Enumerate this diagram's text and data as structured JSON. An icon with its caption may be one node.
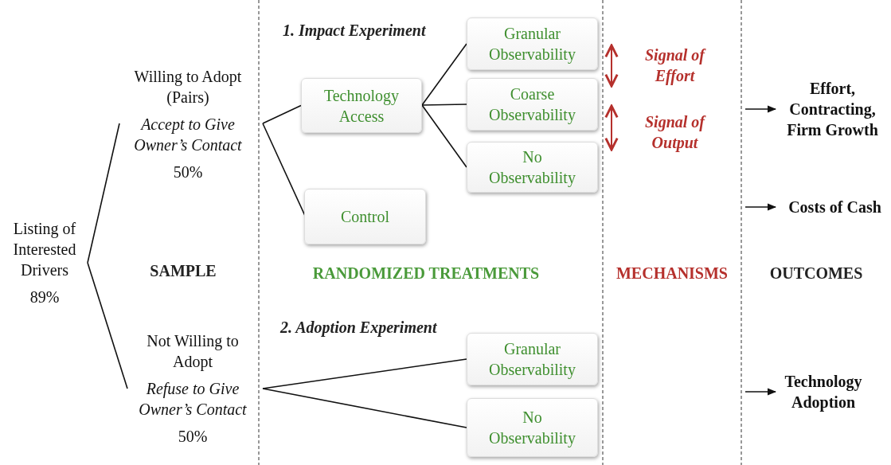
{
  "diagram": {
    "nodes": [
      {
        "text": [
          "Listing of Interested Drivers",
          "89%"
        ]
      },
      {
        "text": [
          "Willing to Adopt (Pairs)",
          "Accept to Give Owner’s Contact",
          "50%"
        ]
      },
      {
        "text": [
          "Not Willing to Adopt",
          "Refuse to Give Owner’s Contact",
          "50%"
        ]
      },
      {
        "text": [
          "Technology Access"
        ]
      },
      {
        "text": [
          "Control"
        ]
      },
      {
        "text": [
          "Granular Observability"
        ]
      },
      {
        "text": [
          "Coarse Observability"
        ]
      },
      {
        "text": [
          "No Observability"
        ]
      },
      {
        "text": [
          "Granular Observability"
        ]
      },
      {
        "text": [
          "No Observability"
        ]
      },
      {
        "text": [
          "Effort, Contracting, Firm Growth"
        ]
      },
      {
        "text": [
          "Costs of Cash"
        ]
      },
      {
        "text": [
          "Technology Adoption"
        ]
      }
    ],
    "edges": [
      {
        "from": 0,
        "to": 1,
        "arrow": "none"
      },
      {
        "from": 0,
        "to": 2,
        "arrow": "none"
      },
      {
        "from": 1,
        "to": 3,
        "arrow": "none"
      },
      {
        "from": 1,
        "to": 4,
        "arrow": "none"
      },
      {
        "from": 3,
        "to": 5,
        "arrow": "none"
      },
      {
        "from": 3,
        "to": 6,
        "arrow": "none"
      },
      {
        "from": 3,
        "to": 7,
        "arrow": "none"
      },
      {
        "from": 2,
        "to": 8,
        "arrow": "none"
      },
      {
        "from": 2,
        "to": 9,
        "arrow": "none"
      },
      {
        "from": null,
        "to": 10,
        "arrow": "to"
      },
      {
        "from": null,
        "to": 11,
        "arrow": "to"
      },
      {
        "from": null,
        "to": 12,
        "arrow": "to"
      },
      {
        "from": 5,
        "to": 6,
        "arrow": "both",
        "color": "#b5302c"
      },
      {
        "from": 6,
        "to": 7,
        "arrow": "both",
        "color": "#b5302c"
      }
    ],
    "labels": [
      "1. Impact Experiment",
      "Signal of Effort",
      "Signal of Output",
      "SAMPLE",
      "RANDOMIZED TREATMENTS",
      "MECHANISMS",
      "OUTCOMES",
      "2. Adoption Experiment"
    ]
  }
}
